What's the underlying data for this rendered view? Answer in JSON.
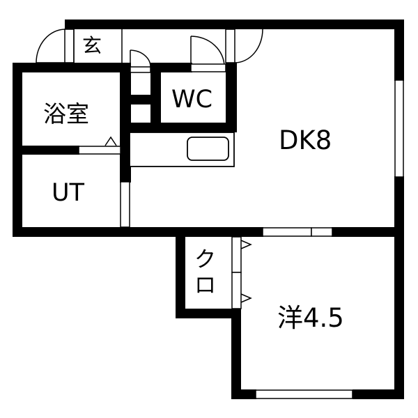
{
  "diagram": {
    "type": "floor-plan",
    "colors": {
      "wall": "#000000",
      "background": "#ffffff"
    },
    "rooms": [
      {
        "id": "genkan",
        "label": "玄"
      },
      {
        "id": "bath",
        "label": "浴室"
      },
      {
        "id": "wc",
        "label": "WC"
      },
      {
        "id": "ut",
        "label": "UT"
      },
      {
        "id": "dk",
        "label": "DK8"
      },
      {
        "id": "closet",
        "label_line1": "ク",
        "label_line2": "ロ"
      },
      {
        "id": "western",
        "label": "洋4.5"
      }
    ]
  }
}
